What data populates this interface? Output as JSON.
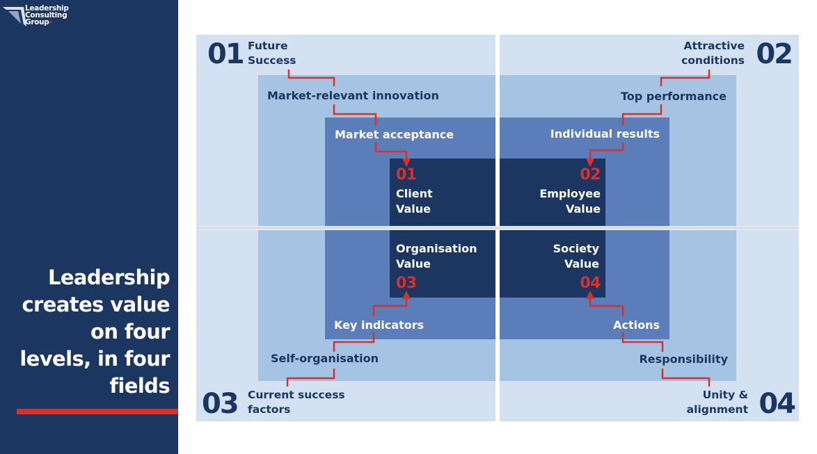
{
  "logo": {
    "lines": [
      "Leadership",
      "Consulting",
      "Group"
    ],
    "mark": "•"
  },
  "headline": {
    "lines": [
      "Leadership",
      "creates value",
      "on four",
      "levels, in four",
      "fields"
    ]
  },
  "quadrants": [
    {
      "number": "01",
      "field": [
        "Future",
        "Success"
      ],
      "level2": "Market-relevant innovation",
      "level3": "Market acceptance",
      "value_number": "01",
      "value_label": [
        "Client",
        "Value"
      ]
    },
    {
      "number": "02",
      "field": [
        "Attractive",
        "conditions"
      ],
      "level2": "Top performance",
      "level3": "Individual results",
      "value_number": "02",
      "value_label": [
        "Employee",
        "Value"
      ]
    },
    {
      "number": "03",
      "field": [
        "Current success",
        "factors"
      ],
      "level2": "Self-organisation",
      "level3": "Key indicators",
      "value_number": "03",
      "value_label": [
        "Organisation",
        "Value"
      ]
    },
    {
      "number": "04",
      "field": [
        "Unity &",
        "alignment"
      ],
      "level2": "Responsibility",
      "level3": "Actions",
      "value_number": "04",
      "value_label": [
        "Society",
        "Value"
      ]
    }
  ],
  "colors": {
    "navy": "#1b3761",
    "level1": "#d3e1f0",
    "level2": "#a5c4e3",
    "level3": "#5b7db9",
    "accent_red": "#d9302b"
  }
}
